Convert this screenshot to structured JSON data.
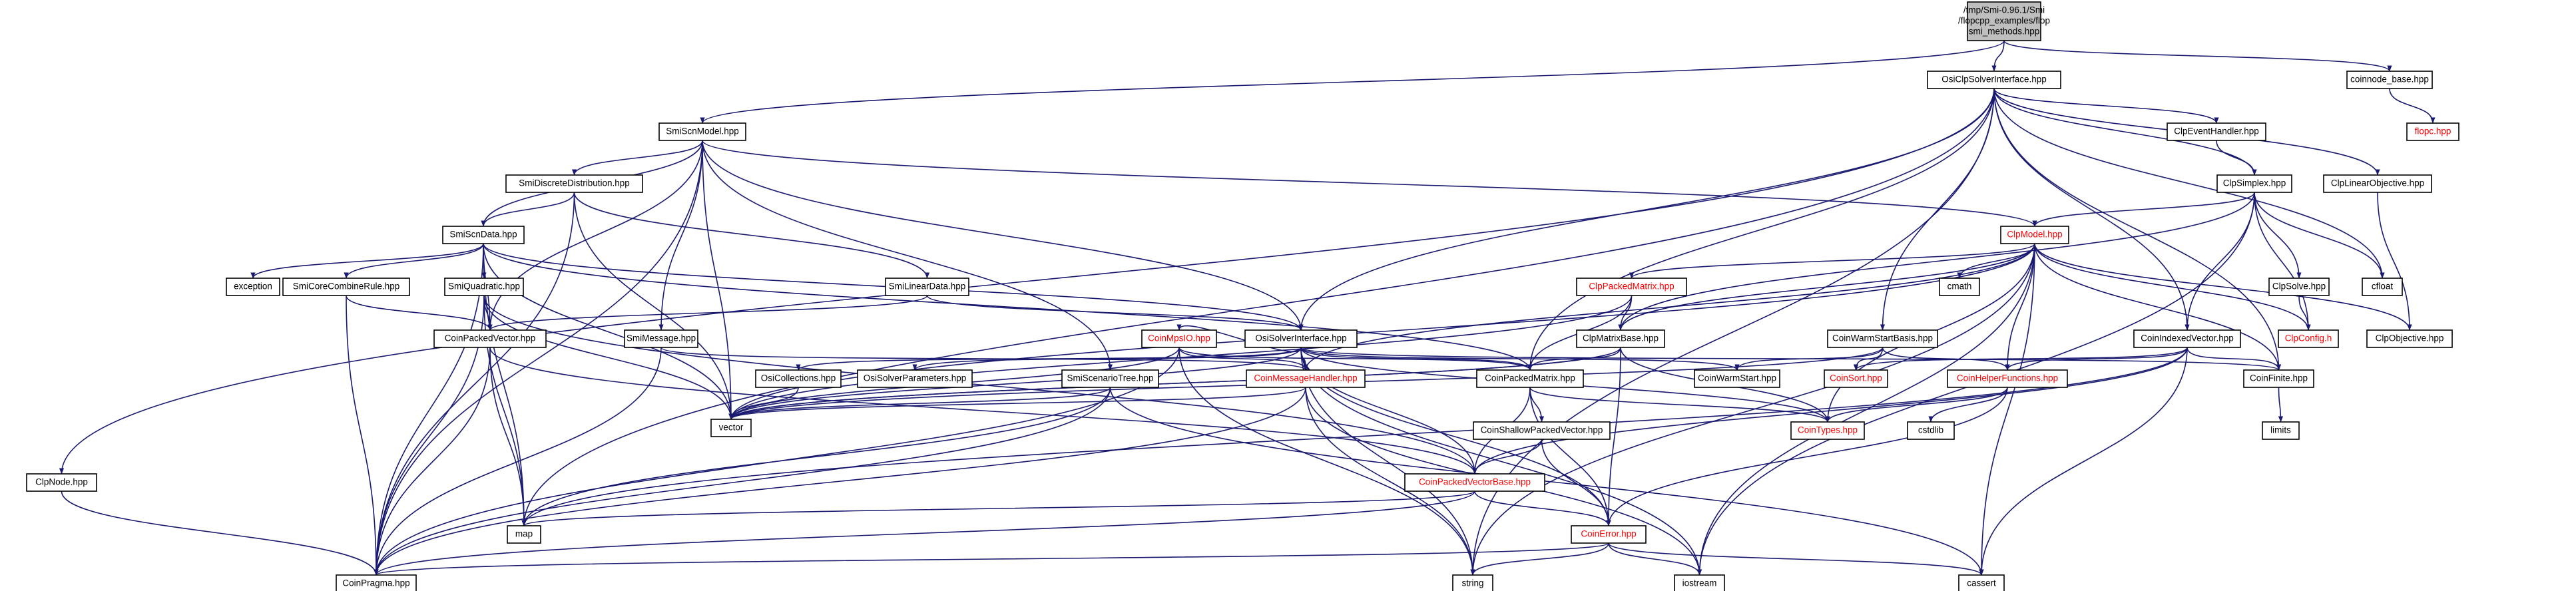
{
  "colors": {
    "edge": "#191970",
    "root_fill": "#bfbfbf",
    "node_fill": "#ffffff",
    "node_text": "#000000",
    "missing_text": "#ff0000",
    "missing_border": "#ff0000",
    "bare_border": "#ffffff",
    "bare_text": "#000000"
  },
  "nodes": [
    {
      "id": "root",
      "label": [
        "/tmp/Smi-0.96.1/Smi",
        "/flopcpp_examples/flop",
        "smi_methods.hpp"
      ],
      "kind": "root"
    },
    {
      "id": "OsiClpSolverInterface",
      "label": [
        "OsiClpSolverInterface.hpp"
      ],
      "kind": "normal"
    },
    {
      "id": "coinnodebase",
      "label": [
        "coinnode_base.hpp"
      ],
      "kind": "normal"
    },
    {
      "id": "floppp",
      "label": [
        "flopc.hpp"
      ],
      "kind": "missing"
    },
    {
      "id": "SmiScnModel",
      "label": [
        "SmiScnModel.hpp"
      ],
      "kind": "normal"
    },
    {
      "id": "ClpEventHandler",
      "label": [
        "ClpEventHandler.hpp"
      ],
      "kind": "normal"
    },
    {
      "id": "ClpSimplex",
      "label": [
        "ClpSimplex.hpp"
      ],
      "kind": "normal"
    },
    {
      "id": "ClpLinearObjective",
      "label": [
        "ClpLinearObjective.hpp"
      ],
      "kind": "normal"
    },
    {
      "id": "SmiDiscreteDistribution",
      "label": [
        "SmiDiscreteDistribution.hpp"
      ],
      "kind": "normal"
    },
    {
      "id": "SmiScnData",
      "label": [
        "SmiScnData.hpp"
      ],
      "kind": "normal"
    },
    {
      "id": "ClpModel",
      "label": [
        "ClpModel.hpp"
      ],
      "kind": "missing"
    },
    {
      "id": "exception",
      "label": [
        "exception"
      ],
      "kind": "bare"
    },
    {
      "id": "SmiCoreCombineRule",
      "label": [
        "SmiCoreCombineRule.hpp"
      ],
      "kind": "normal"
    },
    {
      "id": "SmiQuadratic",
      "label": [
        "SmiQuadratic.hpp"
      ],
      "kind": "normal"
    },
    {
      "id": "SmiLinearData",
      "label": [
        "SmiLinearData.hpp"
      ],
      "kind": "normal"
    },
    {
      "id": "ClpPackedMatrix",
      "label": [
        "ClpPackedMatrix.hpp"
      ],
      "kind": "missing"
    },
    {
      "id": "cmath",
      "label": [
        "cmath"
      ],
      "kind": "bare"
    },
    {
      "id": "ClpSolve",
      "label": [
        "ClpSolve.hpp"
      ],
      "kind": "normal"
    },
    {
      "id": "ClpConfig",
      "label": [
        "ClpConfig.h"
      ],
      "kind": "missing"
    },
    {
      "id": "cfloat",
      "label": [
        "cfloat"
      ],
      "kind": "bare"
    },
    {
      "id": "ClpObjective",
      "label": [
        "ClpObjective.hpp"
      ],
      "kind": "normal"
    },
    {
      "id": "CoinPackedVector",
      "label": [
        "CoinPackedVector.hpp"
      ],
      "kind": "normal"
    },
    {
      "id": "SmiMessage",
      "label": [
        "SmiMessage.hpp"
      ],
      "kind": "normal"
    },
    {
      "id": "CoinMpsIO",
      "label": [
        "CoinMpsIO.hpp"
      ],
      "kind": "missing"
    },
    {
      "id": "OsiSolverInterface",
      "label": [
        "OsiSolverInterface.hpp"
      ],
      "kind": "normal"
    },
    {
      "id": "ClpMatrixBase",
      "label": [
        "ClpMatrixBase.hpp"
      ],
      "kind": "normal"
    },
    {
      "id": "CoinWarmStartBasis",
      "label": [
        "CoinWarmStartBasis.hpp"
      ],
      "kind": "normal"
    },
    {
      "id": "CoinIndexedVector",
      "label": [
        "CoinIndexedVector.hpp"
      ],
      "kind": "normal"
    },
    {
      "id": "OsiCollections",
      "label": [
        "OsiCollections.hpp"
      ],
      "kind": "normal"
    },
    {
      "id": "OsiSolverParameters",
      "label": [
        "OsiSolverParameters.hpp"
      ],
      "kind": "normal"
    },
    {
      "id": "SmiScenarioTree",
      "label": [
        "SmiScenarioTree.hpp"
      ],
      "kind": "normal"
    },
    {
      "id": "CoinMessageHandler",
      "label": [
        "CoinMessageHandler.hpp"
      ],
      "kind": "missing"
    },
    {
      "id": "CoinPackedMatrix",
      "label": [
        "CoinPackedMatrix.hpp"
      ],
      "kind": "normal"
    },
    {
      "id": "CoinWarmStart",
      "label": [
        "CoinWarmStart.hpp"
      ],
      "kind": "normal"
    },
    {
      "id": "CoinSort",
      "label": [
        "CoinSort.hpp"
      ],
      "kind": "missing"
    },
    {
      "id": "CoinHelperFunctions",
      "label": [
        "CoinHelperFunctions.hpp"
      ],
      "kind": "missing"
    },
    {
      "id": "CoinFinite",
      "label": [
        "CoinFinite.hpp"
      ],
      "kind": "normal"
    },
    {
      "id": "vector",
      "label": [
        "vector"
      ],
      "kind": "bare"
    },
    {
      "id": "CoinShallowPackedVector",
      "label": [
        "CoinShallowPackedVector.hpp"
      ],
      "kind": "normal"
    },
    {
      "id": "CoinTypes",
      "label": [
        "CoinTypes.hpp"
      ],
      "kind": "missing"
    },
    {
      "id": "cstdlib",
      "label": [
        "cstdlib"
      ],
      "kind": "bare"
    },
    {
      "id": "limits",
      "label": [
        "limits"
      ],
      "kind": "bare"
    },
    {
      "id": "ClpNode",
      "label": [
        "ClpNode.hpp"
      ],
      "kind": "normal"
    },
    {
      "id": "CoinPackedVectorBase",
      "label": [
        "CoinPackedVectorBase.hpp"
      ],
      "kind": "missing"
    },
    {
      "id": "map",
      "label": [
        "map"
      ],
      "kind": "bare"
    },
    {
      "id": "CoinError",
      "label": [
        "CoinError.hpp"
      ],
      "kind": "missing"
    },
    {
      "id": "CoinPragma",
      "label": [
        "CoinPragma.hpp"
      ],
      "kind": "normal"
    },
    {
      "id": "string",
      "label": [
        "string"
      ],
      "kind": "bare"
    },
    {
      "id": "iostream",
      "label": [
        "iostream"
      ],
      "kind": "bare"
    },
    {
      "id": "cassert",
      "label": [
        "cassert"
      ],
      "kind": "bare"
    }
  ],
  "edges": [
    [
      "root",
      "OsiClpSolverInterface"
    ],
    [
      "root",
      "coinnodebase"
    ],
    [
      "root",
      "SmiScnModel"
    ],
    [
      "coinnodebase",
      "floppp"
    ],
    [
      "OsiClpSolverInterface",
      "ClpEventHandler"
    ],
    [
      "OsiClpSolverInterface",
      "ClpSimplex"
    ],
    [
      "OsiClpSolverInterface",
      "ClpLinearObjective"
    ],
    [
      "OsiClpSolverInterface",
      "ClpNode"
    ],
    [
      "OsiClpSolverInterface",
      "OsiSolverInterface"
    ],
    [
      "OsiClpSolverInterface",
      "CoinWarmStartBasis"
    ],
    [
      "OsiClpSolverInterface",
      "CoinIndexedVector"
    ],
    [
      "OsiClpSolverInterface",
      "CoinPackedMatrix"
    ],
    [
      "OsiClpSolverInterface",
      "CoinFinite"
    ],
    [
      "OsiClpSolverInterface",
      "map"
    ],
    [
      "OsiClpSolverInterface",
      "string"
    ],
    [
      "OsiClpSolverInterface",
      "cfloat"
    ],
    [
      "ClpEventHandler",
      "ClpSimplex"
    ],
    [
      "ClpSimplex",
      "ClpModel"
    ],
    [
      "ClpSimplex",
      "ClpMatrixBase"
    ],
    [
      "ClpSimplex",
      "ClpSolve"
    ],
    [
      "ClpSimplex",
      "ClpConfig"
    ],
    [
      "ClpSimplex",
      "CoinIndexedVector"
    ],
    [
      "ClpSimplex",
      "cfloat"
    ],
    [
      "ClpSimplex",
      "iostream"
    ],
    [
      "ClpLinearObjective",
      "ClpObjective"
    ],
    [
      "ClpSolve",
      "ClpConfig"
    ],
    [
      "ClpModel",
      "ClpPackedMatrix"
    ],
    [
      "ClpModel",
      "cmath"
    ],
    [
      "ClpModel",
      "ClpConfig"
    ],
    [
      "ClpModel",
      "ClpObjective"
    ],
    [
      "ClpModel",
      "CoinMessageHandler"
    ],
    [
      "ClpModel",
      "CoinHelperFunctions"
    ],
    [
      "ClpModel",
      "CoinTypes"
    ],
    [
      "ClpModel",
      "CoinFinite"
    ],
    [
      "ClpModel",
      "vector"
    ],
    [
      "ClpModel",
      "string"
    ],
    [
      "ClpModel",
      "iostream"
    ],
    [
      "ClpModel",
      "cassert"
    ],
    [
      "ClpModel",
      "ClpMatrixBase"
    ],
    [
      "ClpPackedMatrix",
      "ClpMatrixBase"
    ],
    [
      "ClpPackedMatrix",
      "CoinPackedMatrix"
    ],
    [
      "ClpPackedMatrix",
      "vector"
    ],
    [
      "ClpMatrixBase",
      "CoinPackedMatrix"
    ],
    [
      "ClpMatrixBase",
      "CoinTypes"
    ],
    [
      "ClpMatrixBase",
      "CoinError"
    ],
    [
      "ClpMatrixBase",
      "vector"
    ],
    [
      "SmiScnModel",
      "SmiDiscreteDistribution"
    ],
    [
      "SmiScnModel",
      "SmiScnData"
    ],
    [
      "SmiScnModel",
      "SmiMessage"
    ],
    [
      "SmiScnModel",
      "SmiScenarioTree"
    ],
    [
      "SmiScnModel",
      "CoinPackedVector"
    ],
    [
      "SmiScnModel",
      "OsiSolverInterface"
    ],
    [
      "SmiScnModel",
      "CoinPragma"
    ],
    [
      "SmiScnModel",
      "vector"
    ],
    [
      "SmiScnModel",
      "ClpModel"
    ],
    [
      "SmiDiscreteDistribution",
      "SmiScnData"
    ],
    [
      "SmiDiscreteDistribution",
      "SmiLinearData"
    ],
    [
      "SmiDiscreteDistribution",
      "CoinPragma"
    ],
    [
      "SmiDiscreteDistribution",
      "vector"
    ],
    [
      "SmiScnData",
      "exception"
    ],
    [
      "SmiScnData",
      "SmiCoreCombineRule"
    ],
    [
      "SmiScnData",
      "SmiQuadratic"
    ],
    [
      "SmiScnData",
      "CoinPackedVector"
    ],
    [
      "SmiScnData",
      "OsiSolverInterface"
    ],
    [
      "SmiScnData",
      "CoinPackedMatrix"
    ],
    [
      "SmiScnData",
      "map"
    ],
    [
      "SmiScnData",
      "vector"
    ],
    [
      "SmiScnData",
      "CoinPragma"
    ],
    [
      "SmiCoreCombineRule",
      "CoinPackedVector"
    ],
    [
      "SmiCoreCombineRule",
      "CoinPragma"
    ],
    [
      "SmiQuadratic",
      "CoinPackedVector"
    ],
    [
      "SmiQuadratic",
      "CoinPackedVectorBase"
    ],
    [
      "SmiQuadratic",
      "map"
    ],
    [
      "SmiQuadratic",
      "vector"
    ],
    [
      "SmiQuadratic",
      "CoinPragma"
    ],
    [
      "SmiLinearData",
      "OsiSolverInterface"
    ],
    [
      "SmiLinearData",
      "CoinPackedVector"
    ],
    [
      "CoinPackedVector",
      "CoinPackedVectorBase"
    ],
    [
      "CoinPackedVector",
      "map"
    ],
    [
      "CoinPackedVector",
      "CoinPragma"
    ],
    [
      "SmiMessage",
      "CoinMessageHandler"
    ],
    [
      "SmiMessage",
      "CoinPragma"
    ],
    [
      "SmiScenarioTree",
      "vector"
    ],
    [
      "SmiScenarioTree",
      "map"
    ],
    [
      "SmiScenarioTree",
      "CoinPragma"
    ],
    [
      "SmiScenarioTree",
      "cassert"
    ],
    [
      "OsiSolverInterface",
      "CoinMpsIO"
    ],
    [
      "OsiSolverInterface",
      "OsiCollections"
    ],
    [
      "OsiSolverInterface",
      "OsiSolverParameters"
    ],
    [
      "OsiSolverInterface",
      "CoinMessageHandler"
    ],
    [
      "OsiSolverInterface",
      "CoinPackedMatrix"
    ],
    [
      "OsiSolverInterface",
      "CoinWarmStart"
    ],
    [
      "OsiSolverInterface",
      "CoinTypes"
    ],
    [
      "OsiSolverInterface",
      "CoinPackedVectorBase"
    ],
    [
      "OsiSolverInterface",
      "vector"
    ],
    [
      "OsiSolverInterface",
      "string"
    ],
    [
      "OsiSolverInterface",
      "CoinFinite"
    ],
    [
      "OsiSolverInterface",
      "iostream"
    ],
    [
      "OsiSolverInterface",
      "CoinError"
    ],
    [
      "CoinMpsIO",
      "CoinMessageHandler"
    ],
    [
      "CoinMpsIO",
      "CoinPackedMatrix"
    ],
    [
      "CoinMpsIO",
      "CoinPragma"
    ],
    [
      "CoinMpsIO",
      "vector"
    ],
    [
      "CoinMpsIO",
      "string"
    ],
    [
      "OsiCollections",
      "vector"
    ],
    [
      "CoinMessageHandler",
      "vector"
    ],
    [
      "CoinMessageHandler",
      "CoinPragma"
    ],
    [
      "CoinMessageHandler",
      "string"
    ],
    [
      "CoinMessageHandler",
      "iostream"
    ],
    [
      "CoinPackedMatrix",
      "CoinShallowPackedVector"
    ],
    [
      "CoinPackedMatrix",
      "CoinPackedVectorBase"
    ],
    [
      "CoinPackedMatrix",
      "CoinError"
    ],
    [
      "CoinPackedMatrix",
      "CoinTypes"
    ],
    [
      "CoinShallowPackedVector",
      "CoinPackedVectorBase"
    ],
    [
      "CoinShallowPackedVector",
      "CoinError"
    ],
    [
      "CoinWarmStartBasis",
      "CoinWarmStart"
    ],
    [
      "CoinWarmStartBasis",
      "CoinSort"
    ],
    [
      "CoinWarmStartBasis",
      "CoinHelperFunctions"
    ],
    [
      "CoinWarmStartBasis",
      "vector"
    ],
    [
      "CoinIndexedVector",
      "CoinFinite"
    ],
    [
      "CoinIndexedVector",
      "CoinSort"
    ],
    [
      "CoinIndexedVector",
      "CoinHelperFunctions"
    ],
    [
      "CoinIndexedVector",
      "CoinPackedVectorBase"
    ],
    [
      "CoinIndexedVector",
      "map"
    ],
    [
      "CoinIndexedVector",
      "cassert"
    ],
    [
      "CoinHelperFunctions",
      "CoinTypes"
    ],
    [
      "CoinHelperFunctions",
      "cstdlib"
    ],
    [
      "CoinHelperFunctions",
      "CoinError"
    ],
    [
      "CoinFinite",
      "limits"
    ],
    [
      "CoinPackedVectorBase",
      "CoinError"
    ],
    [
      "CoinPackedVectorBase",
      "map"
    ],
    [
      "CoinPackedVectorBase",
      "CoinPragma"
    ],
    [
      "CoinError",
      "CoinPragma"
    ],
    [
      "CoinError",
      "string"
    ],
    [
      "CoinError",
      "iostream"
    ],
    [
      "CoinError",
      "cassert"
    ],
    [
      "ClpNode",
      "CoinPragma"
    ],
    [
      "ClpMatrixBase",
      "vector"
    ]
  ]
}
